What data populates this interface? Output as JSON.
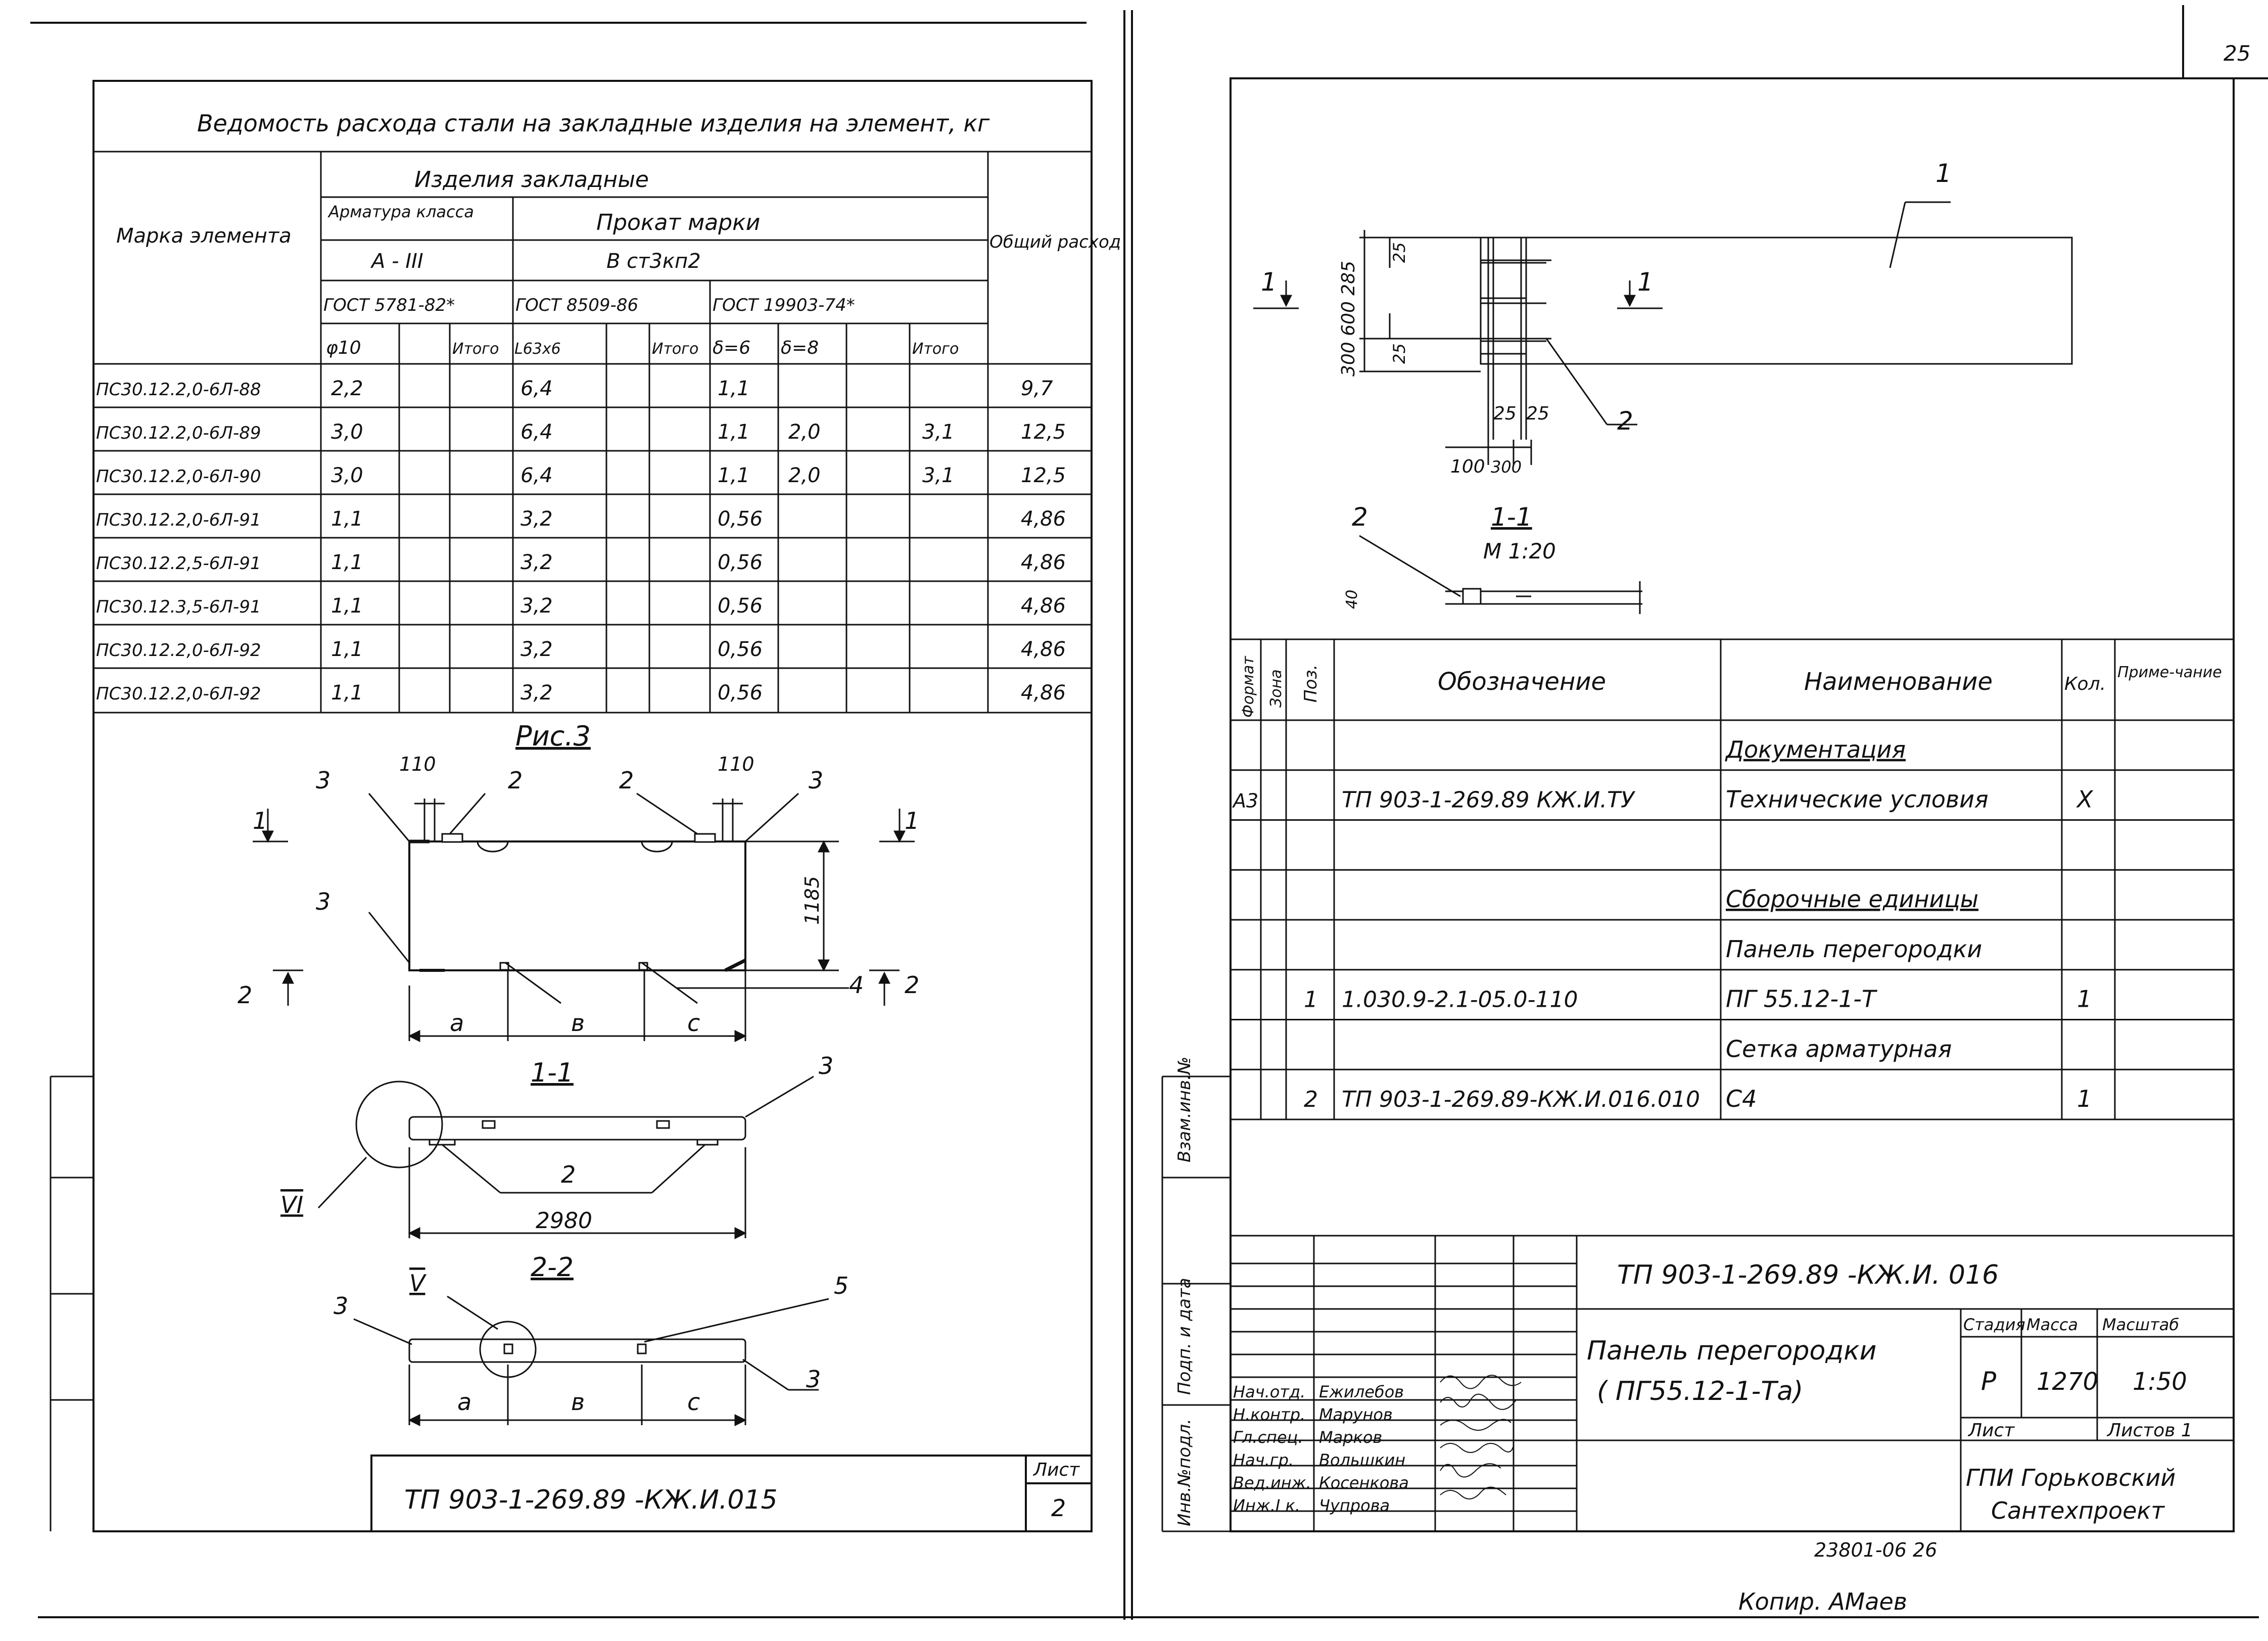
{
  "page": {
    "number": "25"
  },
  "left_sheet": {
    "table_title": "Ведомость расхода стали на закладные изделия на элемент, кг",
    "headers": {
      "mark": "Марка элемента",
      "products": "Изделия закладные",
      "armatura": "Арматура класса",
      "prokat": "Прокат марки",
      "total": "Общий расход",
      "a3": "А - III",
      "steel": "В ст3кп2",
      "gost1": "ГОСТ 5781-82*",
      "gost2": "ГОСТ 8509-86",
      "gost3": "ГОСТ 19903-74*",
      "phi10": "φ10",
      "itogo": "Итого",
      "l63": "L63x6",
      "d6": "δ=6",
      "d8": "δ=8"
    },
    "rows": [
      {
        "mark": "ПС30.12.2,0-6Л-88",
        "phi10": "2,2",
        "l63": "6,4",
        "d6": "1,1",
        "d8": "",
        "itogo": "",
        "total": "9,7"
      },
      {
        "mark": "ПС30.12.2,0-6Л-89",
        "phi10": "3,0",
        "l63": "6,4",
        "d6": "1,1",
        "d8": "2,0",
        "itogo": "3,1",
        "total": "12,5"
      },
      {
        "mark": "ПС30.12.2,0-6Л-90",
        "phi10": "3,0",
        "l63": "6,4",
        "d6": "1,1",
        "d8": "2,0",
        "itogo": "3,1",
        "total": "12,5"
      },
      {
        "mark": "ПС30.12.2,0-6Л-91",
        "phi10": "1,1",
        "l63": "3,2",
        "d6": "0,56",
        "d8": "",
        "itogo": "",
        "total": "4,86"
      },
      {
        "mark": "ПС30.12.2,5-6Л-91",
        "phi10": "1,1",
        "l63": "3,2",
        "d6": "0,56",
        "d8": "",
        "itogo": "",
        "total": "4,86"
      },
      {
        "mark": "ПС30.12.3,5-6Л-91",
        "phi10": "1,1",
        "l63": "3,2",
        "d6": "0,56",
        "d8": "",
        "itogo": "",
        "total": "4,86"
      },
      {
        "mark": "ПС30.12.2,0-6Л-92",
        "phi10": "1,1",
        "l63": "3,2",
        "d6": "0,56",
        "d8": "",
        "itogo": "",
        "total": "4,86"
      },
      {
        "mark": "ПС30.12.2,0-6Л-92",
        "phi10": "1,1",
        "l63": "3,2",
        "d6": "0,56",
        "d8": "",
        "itogo": "",
        "total": "4,86"
      }
    ],
    "figure": {
      "title": "Рис.3",
      "dim_110": "110",
      "dim_1185": "1185",
      "dim_2980": "2980",
      "label_a": "a",
      "label_b": "в",
      "label_c": "с",
      "section_1": "1-1",
      "section_2": "2-2",
      "pos1": "1",
      "pos2": "2",
      "pos3": "3",
      "pos4": "4",
      "pos5": "5",
      "node_V": "V",
      "node_VI": "VI"
    },
    "stamp_code": "ТП 903-1-269.89 -КЖ.И.015",
    "sheet_label": "Лист",
    "sheet_num": "2"
  },
  "right_sheet": {
    "drawing": {
      "pos1": "1",
      "pos2": "2",
      "section": "1-1",
      "scale": "М 1:20",
      "dim_v": "300 600 285",
      "dim_25": "25",
      "dim_100": "100",
      "dim_300": "300",
      "dim_40": "40"
    },
    "spec_headers": {
      "format": "Формат",
      "zone": "Зона",
      "pos": "Поз.",
      "designation": "Обозначение",
      "name": "Наименование",
      "qty": "Кол.",
      "note": "Приме-чание"
    },
    "spec_rows": [
      {
        "format": "",
        "pos": "",
        "designation": "",
        "name": "Документация",
        "qty": "",
        "underline": true
      },
      {
        "format": "А3",
        "pos": "",
        "designation": "ТП 903-1-269.89 КЖ.И.ТУ",
        "name": "Технические условия",
        "qty": "X",
        "underline": false
      },
      {
        "format": "",
        "pos": "",
        "designation": "",
        "name": "",
        "qty": "",
        "underline": false
      },
      {
        "format": "",
        "pos": "",
        "designation": "",
        "name": "Сборочные единицы",
        "qty": "",
        "underline": true
      },
      {
        "format": "",
        "pos": "",
        "designation": "",
        "name": "Панель перегородки",
        "qty": "",
        "underline": false
      },
      {
        "format": "",
        "pos": "1",
        "designation": "1.030.9-2.1-05.0-110",
        "name": "ПГ 55.12-1-Т",
        "qty": "1",
        "underline": false
      },
      {
        "format": "",
        "pos": "",
        "designation": "",
        "name": "Сетка арматурная",
        "qty": "",
        "underline": false
      },
      {
        "format": "",
        "pos": "2",
        "designation": "ТП 903-1-269.89-КЖ.И.016.010",
        "name": "С4",
        "qty": "1",
        "underline": false
      }
    ],
    "side_labels": [
      "Взам.инв.№",
      "Подп. и дата",
      "Инв.№подл."
    ],
    "title_block": {
      "code": "ТП 903-1-269.89 -КЖ.И. 016",
      "title_line1": "Панель перегородки",
      "title_line2": "( ПГ55.12-1-Та)",
      "stage_label": "Стадия",
      "mass_label": "Масса",
      "scale_label": "Масштаб",
      "stage": "Р",
      "mass": "1270",
      "scale": "1:50",
      "sheet_label": "Лист",
      "sheets_label": "Листов 1",
      "org_line1": "ГПИ Горьковский",
      "org_line2": "Сантехпроект",
      "persons": [
        {
          "role": "Нач.отд.",
          "name": "Ежилебов"
        },
        {
          "role": "Н.контр.",
          "name": "Марунов"
        },
        {
          "role": "Гл.спец.",
          "name": "Марков"
        },
        {
          "role": "Нач.гр.",
          "name": "Вольшкин"
        },
        {
          "role": "Вед.инж.",
          "name": "Косенкова"
        },
        {
          "role": "Инж.I к.",
          "name": "Чупрова"
        }
      ]
    },
    "bottom_number": "23801-06 26",
    "copy_note": "Копир. АМаев"
  }
}
